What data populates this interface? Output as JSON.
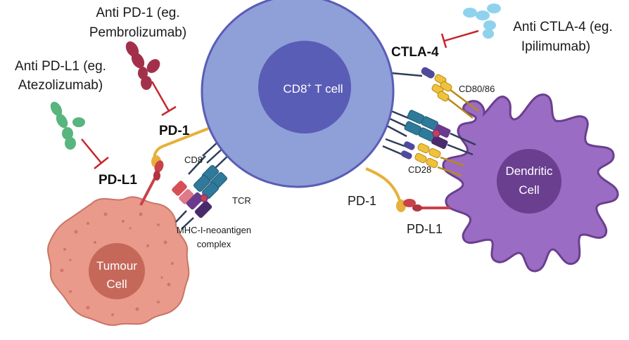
{
  "labels": {
    "anti_pd1_line1": "Anti PD-1 (eg.",
    "anti_pd1_line2": "Pembrolizumab)",
    "anti_pdl1_line1": "Anti PD-L1 (eg.",
    "anti_pdl1_line2": "Atezolizumab)",
    "anti_ctla4_line1": "Anti CTLA-4 (eg.",
    "anti_ctla4_line2": "Ipilimumab)",
    "ctla4": "CTLA-4",
    "pd1_left": "PD-1",
    "pdl1_left": "PD-L1",
    "cd8": "CD8",
    "tcr": "TCR",
    "mhc_line1": "MHC-I-neoantigen",
    "mhc_line2": "complex",
    "cd80_86": "CD80/86",
    "cd28": "CD28",
    "pd1_right": "PD-1",
    "pdl1_right": "PD-L1"
  },
  "cells": {
    "t_cell": {
      "label_main": "CD8",
      "label_sup": "+",
      "label_rest": " T cell"
    },
    "tumour_cell": {
      "line1": "Tumour",
      "line2": "Cell"
    },
    "dendritic_cell": {
      "line1": "Dendritic",
      "line2": "Cell"
    }
  },
  "colors": {
    "t_cell_outer": "#8f9fd8",
    "t_cell_inner": "#5a5db5",
    "tumour_outer": "#e99a8a",
    "tumour_inner": "#c5685a",
    "dendritic_outer": "#9b6cc3",
    "dendritic_inner": "#6a3f8f",
    "anti_pd1": "#a3304a",
    "anti_pdl1": "#58b57d",
    "anti_ctla4": "#8fd2ee",
    "inhibit_line": "#c6262e",
    "pd1_receptor": "#e7b03a",
    "pdl1_ligand": "#c9414a",
    "tcr": "#2f7a9a",
    "cd8": "#d64f55",
    "mhc": "#6b3a8c",
    "cd80": "#f0c13a",
    "ctla4_receptor": "#4e4a9c"
  }
}
